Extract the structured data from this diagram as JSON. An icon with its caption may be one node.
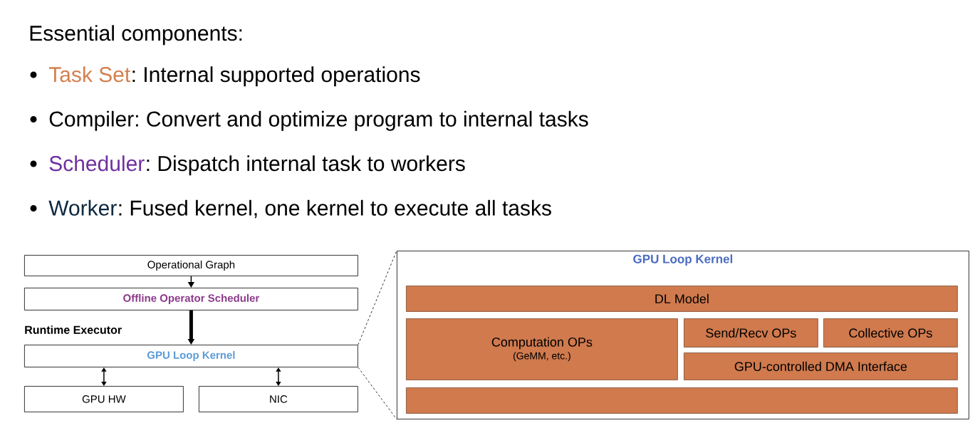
{
  "diagram": {
    "title": "Essential components:",
    "nodes": [
      {
        "text": [
          "Operational Graph"
        ]
      },
      {
        "text": [
          "Offline Operator Scheduler"
        ]
      },
      {
        "text": [
          "GPU Loop Kernel"
        ]
      },
      {
        "text": [
          "GPU HW"
        ]
      },
      {
        "text": [
          "NIC"
        ]
      },
      {
        "text": [
          "GPU Loop Kernel"
        ]
      },
      {
        "text": [
          "DL Model"
        ],
        "in": 5
      },
      {
        "text": [
          "Computation OPs",
          "(GeMM, etc.)"
        ],
        "in": 5
      },
      {
        "text": [
          "Send/Recv OPs"
        ],
        "in": 5
      },
      {
        "text": [
          "Collective OPs"
        ],
        "in": 5
      },
      {
        "text": [
          "GPU-controlled DMA Interface"
        ],
        "in": 5
      },
      {
        "text": [],
        "shape": "box",
        "in": 5
      }
    ],
    "edges": [
      {
        "from": 0,
        "to": 1,
        "arrow": "to"
      },
      {
        "from": 1,
        "to": 2,
        "arrow": "to",
        "style": "thick"
      },
      {
        "from": 2,
        "to": 3,
        "arrow": "both"
      },
      {
        "from": 2,
        "to": 4,
        "arrow": "both"
      },
      {
        "from": 2,
        "to": 5,
        "arrow": "none",
        "style": "dashed"
      },
      {
        "from": 2,
        "to": 5,
        "arrow": "none",
        "style": "dashed"
      }
    ],
    "labels": [
      "Task Set",
      ": Internal supported operations",
      "Compiler: Convert and optimize program to internal tasks",
      "Scheduler",
      ": Dispatch internal task to workers",
      "Worker",
      ": Fused kernel, one kernel to execute all tasks",
      "Runtime Executor"
    ]
  }
}
